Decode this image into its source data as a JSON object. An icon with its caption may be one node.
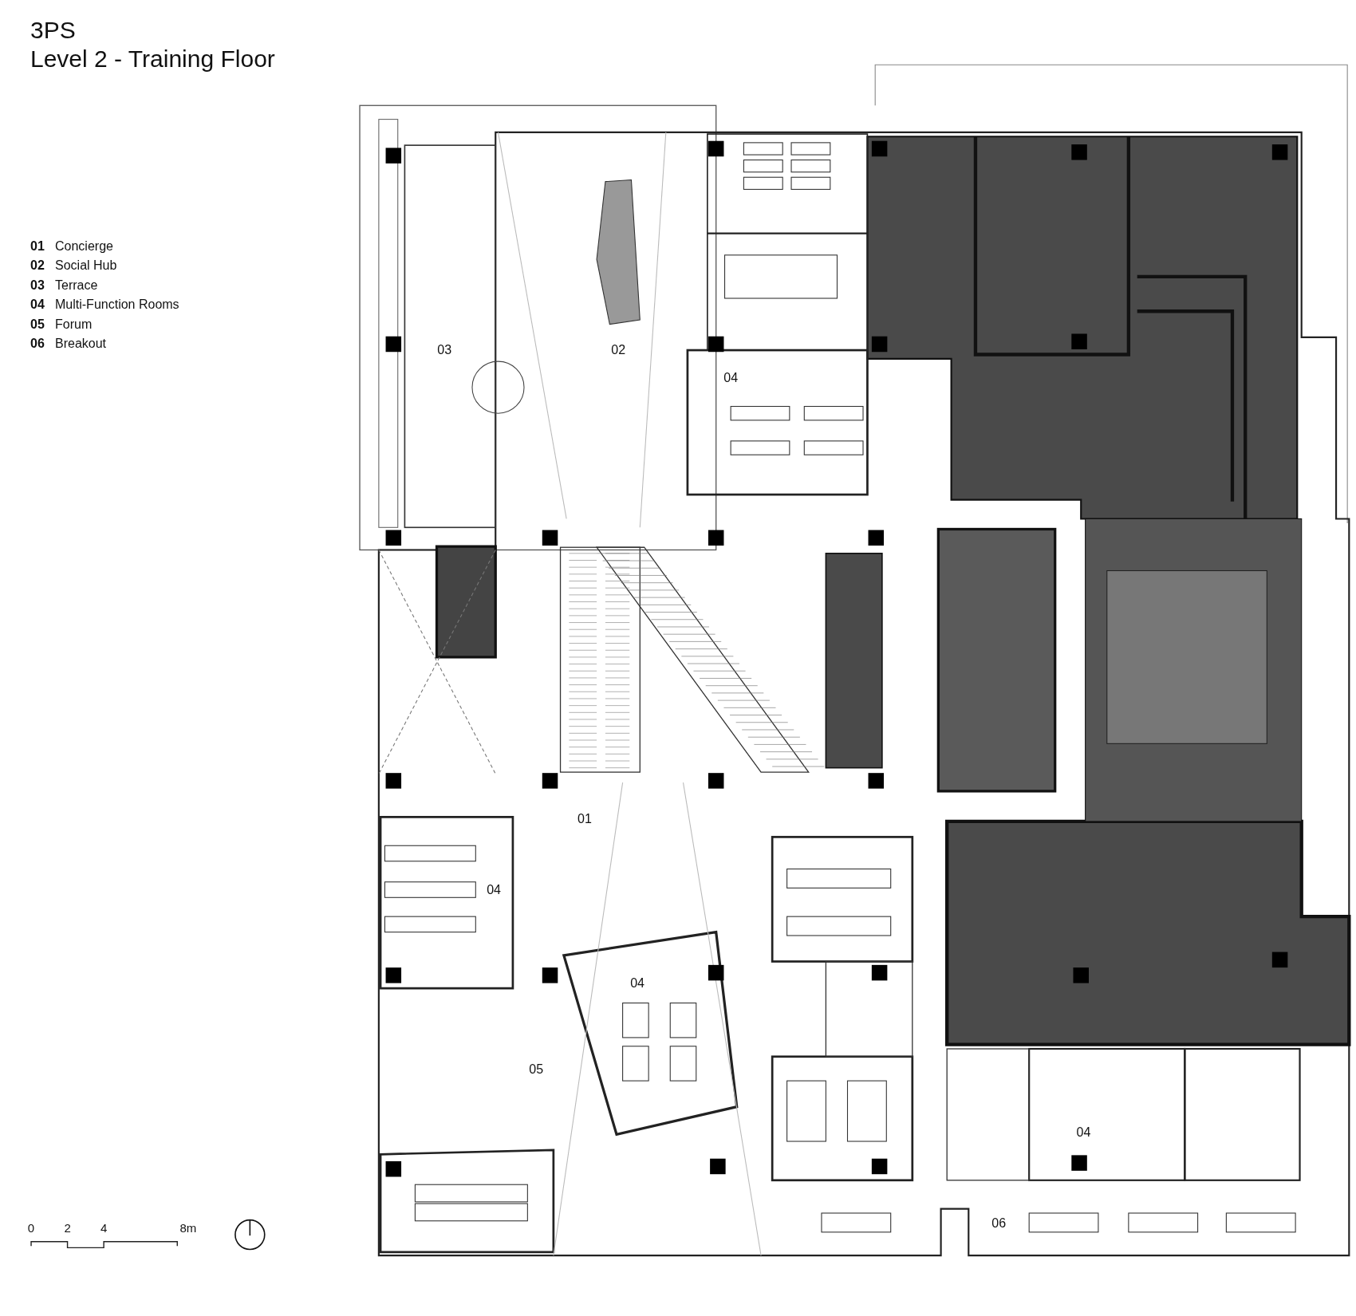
{
  "diagram": {
    "title": "Level 2 - Training Floor",
    "labels": [
      "3PS",
      "01",
      "Concierge",
      "02",
      "Social Hub",
      "03",
      "Terrace",
      "04",
      "Multi-Function Rooms",
      "05",
      "Forum",
      "06",
      "Breakout",
      "03",
      "02",
      "04",
      "01",
      "04",
      "04",
      "05",
      "04",
      "06",
      "0",
      "2",
      "4",
      "8m"
    ]
  }
}
